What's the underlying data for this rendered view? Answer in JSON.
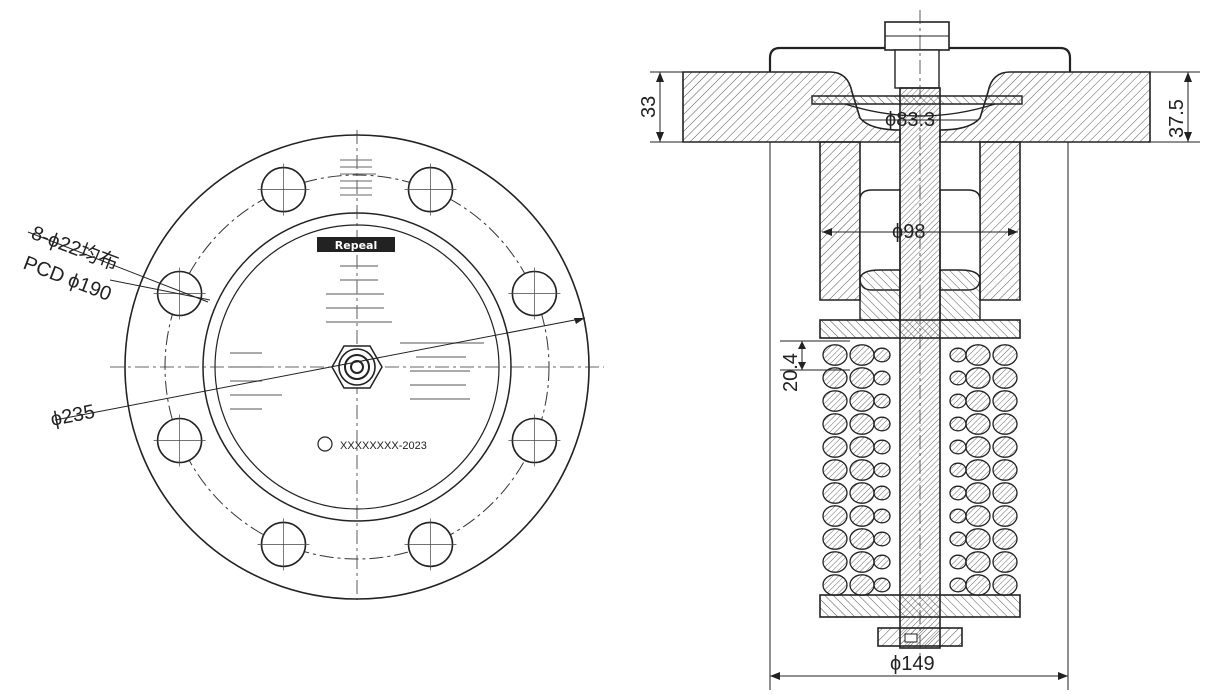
{
  "front_view": {
    "bolt_note": "8-ϕ22均布",
    "pcd_note": "PCD ϕ190",
    "outer_diameter": "ϕ235",
    "logo": "Repeal",
    "nameplate_cert": "XXXXXXXX-2023",
    "bolt_hole_count": 8
  },
  "section_view": {
    "flange_thickness": "33",
    "flange_total": "37.5",
    "inner_bore": "ϕ83.3",
    "body_diameter": "ϕ98",
    "spring_pitch": "20.4",
    "base_diameter": "ϕ149",
    "spring_coil_count": 11
  },
  "colors": {
    "line": "#222222",
    "hatch": "#555555",
    "fill": "#ffffff"
  }
}
